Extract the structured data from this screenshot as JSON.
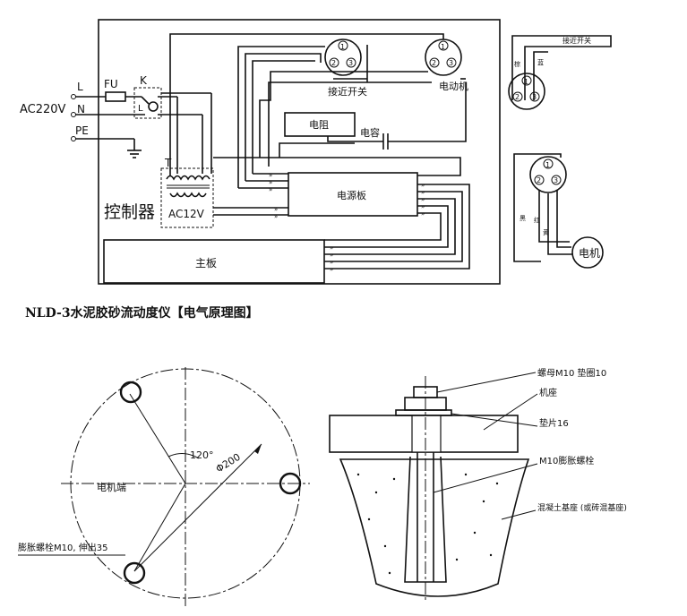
{
  "caption": "NLD-3水泥胶砂流动度仪【电气原理图】",
  "wiring": {
    "power_label": "AC220V",
    "l": "L",
    "n": "N",
    "pe": "PE",
    "fuse": "FU",
    "switch": "K",
    "switch_l": "L",
    "transformer": "T",
    "ac12v": "AC12V",
    "controller": "控制器",
    "proximity_switch": "接近开关",
    "motor_top": "电动机",
    "resistor": "电阻",
    "capacitor": "电容",
    "driver_board": "电源板",
    "main_board": "主板",
    "pin1": "1",
    "pin2": "2",
    "pin3": "3",
    "ext_proximity": "接近开关",
    "ext_motor": "电机",
    "ext_wire_1": "棕",
    "ext_wire_2": "蓝",
    "ext_wire_3": "黑",
    "ext_wire_4": "红",
    "ext_wire_5": "黄"
  },
  "mount": {
    "angle": "120°",
    "diameter": "Φ200",
    "motor_end": "电机端",
    "bolt_note": "膨胀螺栓M10, 伸出35",
    "nut_label": "螺母M10 垫圈10",
    "frame_label": "机座",
    "pad_label": "垫片16",
    "expansion_bolt_label": "M10膨胀螺栓",
    "concrete_label": "混凝土基座 (或砖混基座)"
  }
}
